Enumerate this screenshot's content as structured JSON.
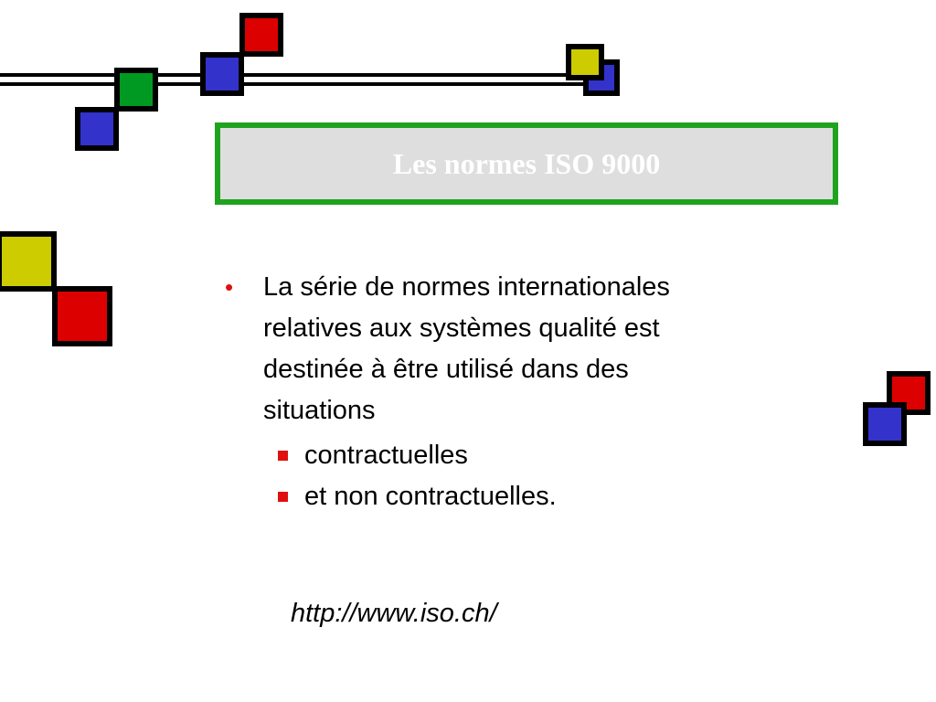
{
  "colors": {
    "red": "#dd0000",
    "blue": "#3333cc",
    "green": "#009922",
    "yellow": "#cccc00",
    "title_border": "#1fa31f",
    "title_fill": "#dedede",
    "bullet": "#e01010"
  },
  "slide": {
    "title": "Les normes ISO 9000",
    "bullet_text": "La série de normes internationales relatives aux systèmes qualité est destinée à être utilisé dans des situations",
    "sub_items": [
      "contractuelles",
      "et non contractuelles."
    ],
    "link": "http://www.iso.ch/"
  }
}
